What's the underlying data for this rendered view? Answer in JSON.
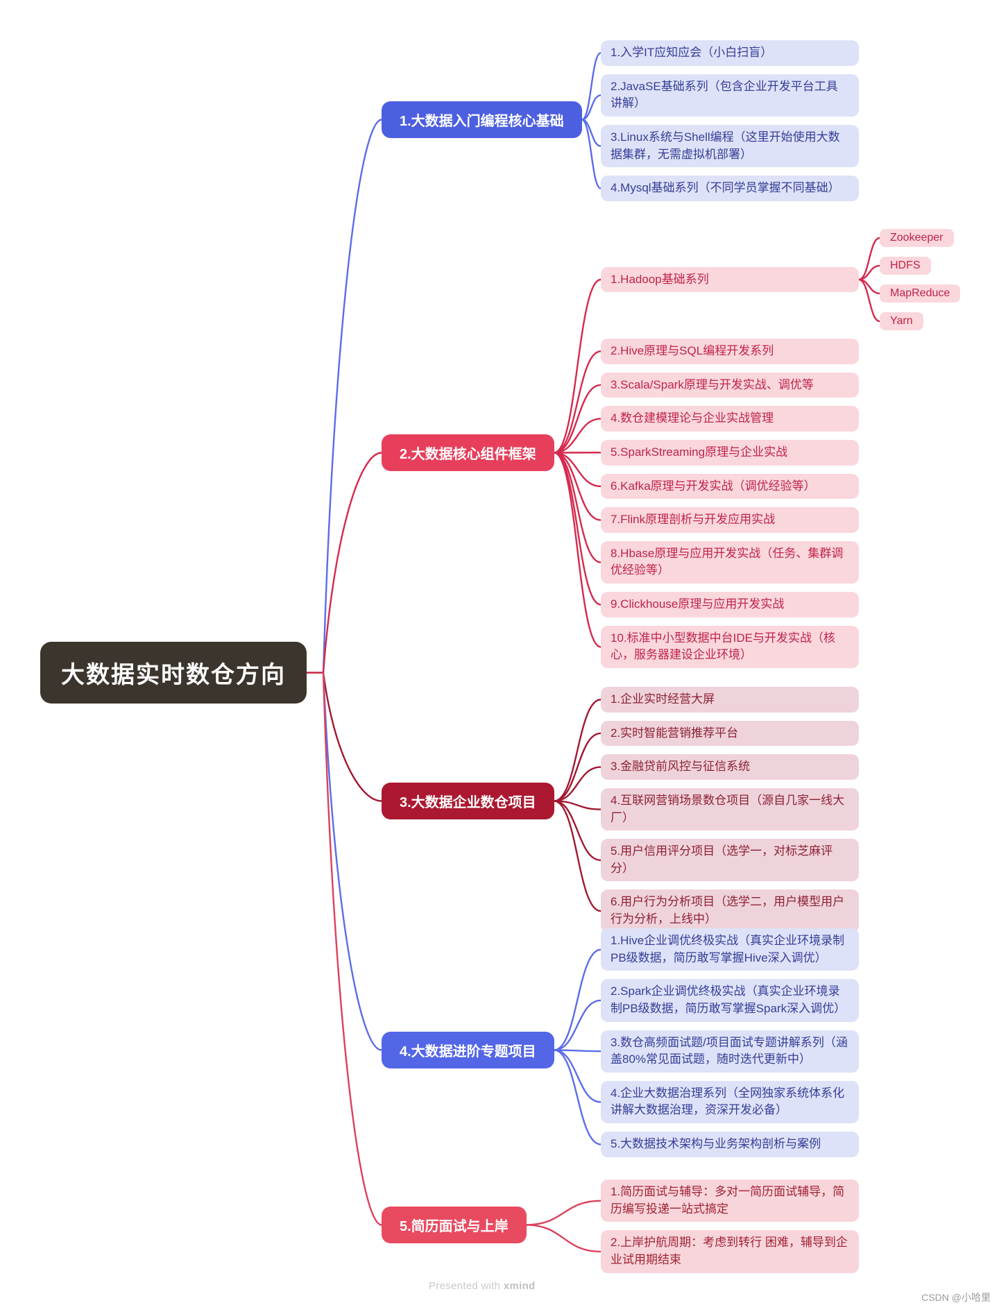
{
  "central": {
    "label": "大数据实时数仓方向",
    "bg": "#3B352D",
    "color": "#FFFFFF"
  },
  "palette": {
    "canvas_bg": "#FFFFFF",
    "stub_line": "#C9223F"
  },
  "footer": {
    "presented_prefix": "Presented with ",
    "presented_brand": "xmind",
    "watermark": "CSDN @小哈里"
  },
  "branches": [
    {
      "label": "1.大数据入门编程核心基础",
      "node_bg": "#4C5FE0",
      "node_color": "#FFFFFF",
      "line_color": "#5B6CE8",
      "child_bg": "#DEE2F8",
      "child_color": "#353E96",
      "children": [
        {
          "label": "1.入学IT应知应会（小白扫盲）"
        },
        {
          "label": "2.JavaSE基础系列（包含企业开发平台工具讲解）"
        },
        {
          "label": "3.Linux系统与Shell编程（这里开始使用大数据集群，无需虚拟机部署）"
        },
        {
          "label": "4.Mysql基础系列（不同学员掌握不同基础）"
        }
      ]
    },
    {
      "label": "2.大数据核心组件框架",
      "node_bg": "#E73F5B",
      "node_color": "#FFFFFF",
      "line_color": "#D5294D",
      "child_bg": "#FAD7DD",
      "child_color": "#C02348",
      "children": [
        {
          "label": "1.Hadoop基础系列",
          "children": [
            {
              "label": "Zookeeper"
            },
            {
              "label": "HDFS"
            },
            {
              "label": "MapReduce"
            },
            {
              "label": "Yarn"
            }
          ]
        },
        {
          "label": "2.Hive原理与SQL编程开发系列"
        },
        {
          "label": "3.Scala/Spark原理与开发实战、调优等"
        },
        {
          "label": "4.数仓建模理论与企业实战管理"
        },
        {
          "label": "5.SparkStreaming原理与企业实战"
        },
        {
          "label": "6.Kafka原理与开发实战（调优经验等）"
        },
        {
          "label": "7.Flink原理剖析与开发应用实战"
        },
        {
          "label": "8.Hbase原理与应用开发实战（任务、集群调优经验等）"
        },
        {
          "label": "9.Clickhouse原理与应用开发实战"
        },
        {
          "label": "10.标准中小型数据中台IDE与开发实战（核心，服务器建设企业环境）"
        }
      ]
    },
    {
      "label": "3.大数据企业数仓项目",
      "node_bg": "#AB1830",
      "node_color": "#FFFFFF",
      "line_color": "#A01830",
      "child_bg": "#EFD3DA",
      "child_color": "#8D2136",
      "children": [
        {
          "label": "1.企业实时经营大屏"
        },
        {
          "label": "2.实时智能营销推荐平台"
        },
        {
          "label": "3.金融贷前风控与征信系统"
        },
        {
          "label": "4.互联网营销场景数仓项目（源自几家一线大厂）"
        },
        {
          "label": "5.用户信用评分项目（选学一，对标芝麻评分）"
        },
        {
          "label": "6.用户行为分析项目（选学二，用户模型用户行为分析，上线中）"
        }
      ]
    },
    {
      "label": "4.大数据进阶专题项目",
      "node_bg": "#5366E6",
      "node_color": "#FFFFFF",
      "line_color": "#5B6CE8",
      "child_bg": "#DEE2F8",
      "child_color": "#353E96",
      "children": [
        {
          "label": "1.Hive企业调优终极实战（真实企业环境录制PB级数据，简历敢写掌握Hive深入调优）"
        },
        {
          "label": "2.Spark企业调优终极实战（真实企业环境录制PB级数据，简历敢写掌握Spark深入调优）"
        },
        {
          "label": "3.数仓高频面试题/项目面试专题讲解系列（涵盖80%常见面试题，随时迭代更新中）"
        },
        {
          "label": "4.企业大数据治理系列（全网独家系统体系化讲解大数据治理，资深开发必备）"
        },
        {
          "label": "5.大数据技术架构与业务架构剖析与案例"
        }
      ]
    },
    {
      "label": "5.简历面试与上岸",
      "node_bg": "#E84A60",
      "node_color": "#FFFFFF",
      "line_color": "#DC405C",
      "child_bg": "#F8D5DB",
      "child_color": "#A02334",
      "children": [
        {
          "label": "1.简历面试与辅导：多对一简历面试辅导，简历编写投递一站式搞定"
        },
        {
          "label": "2.上岸护航周期：考虑到转行 困难，辅导到企业试用期结束"
        }
      ]
    }
  ]
}
